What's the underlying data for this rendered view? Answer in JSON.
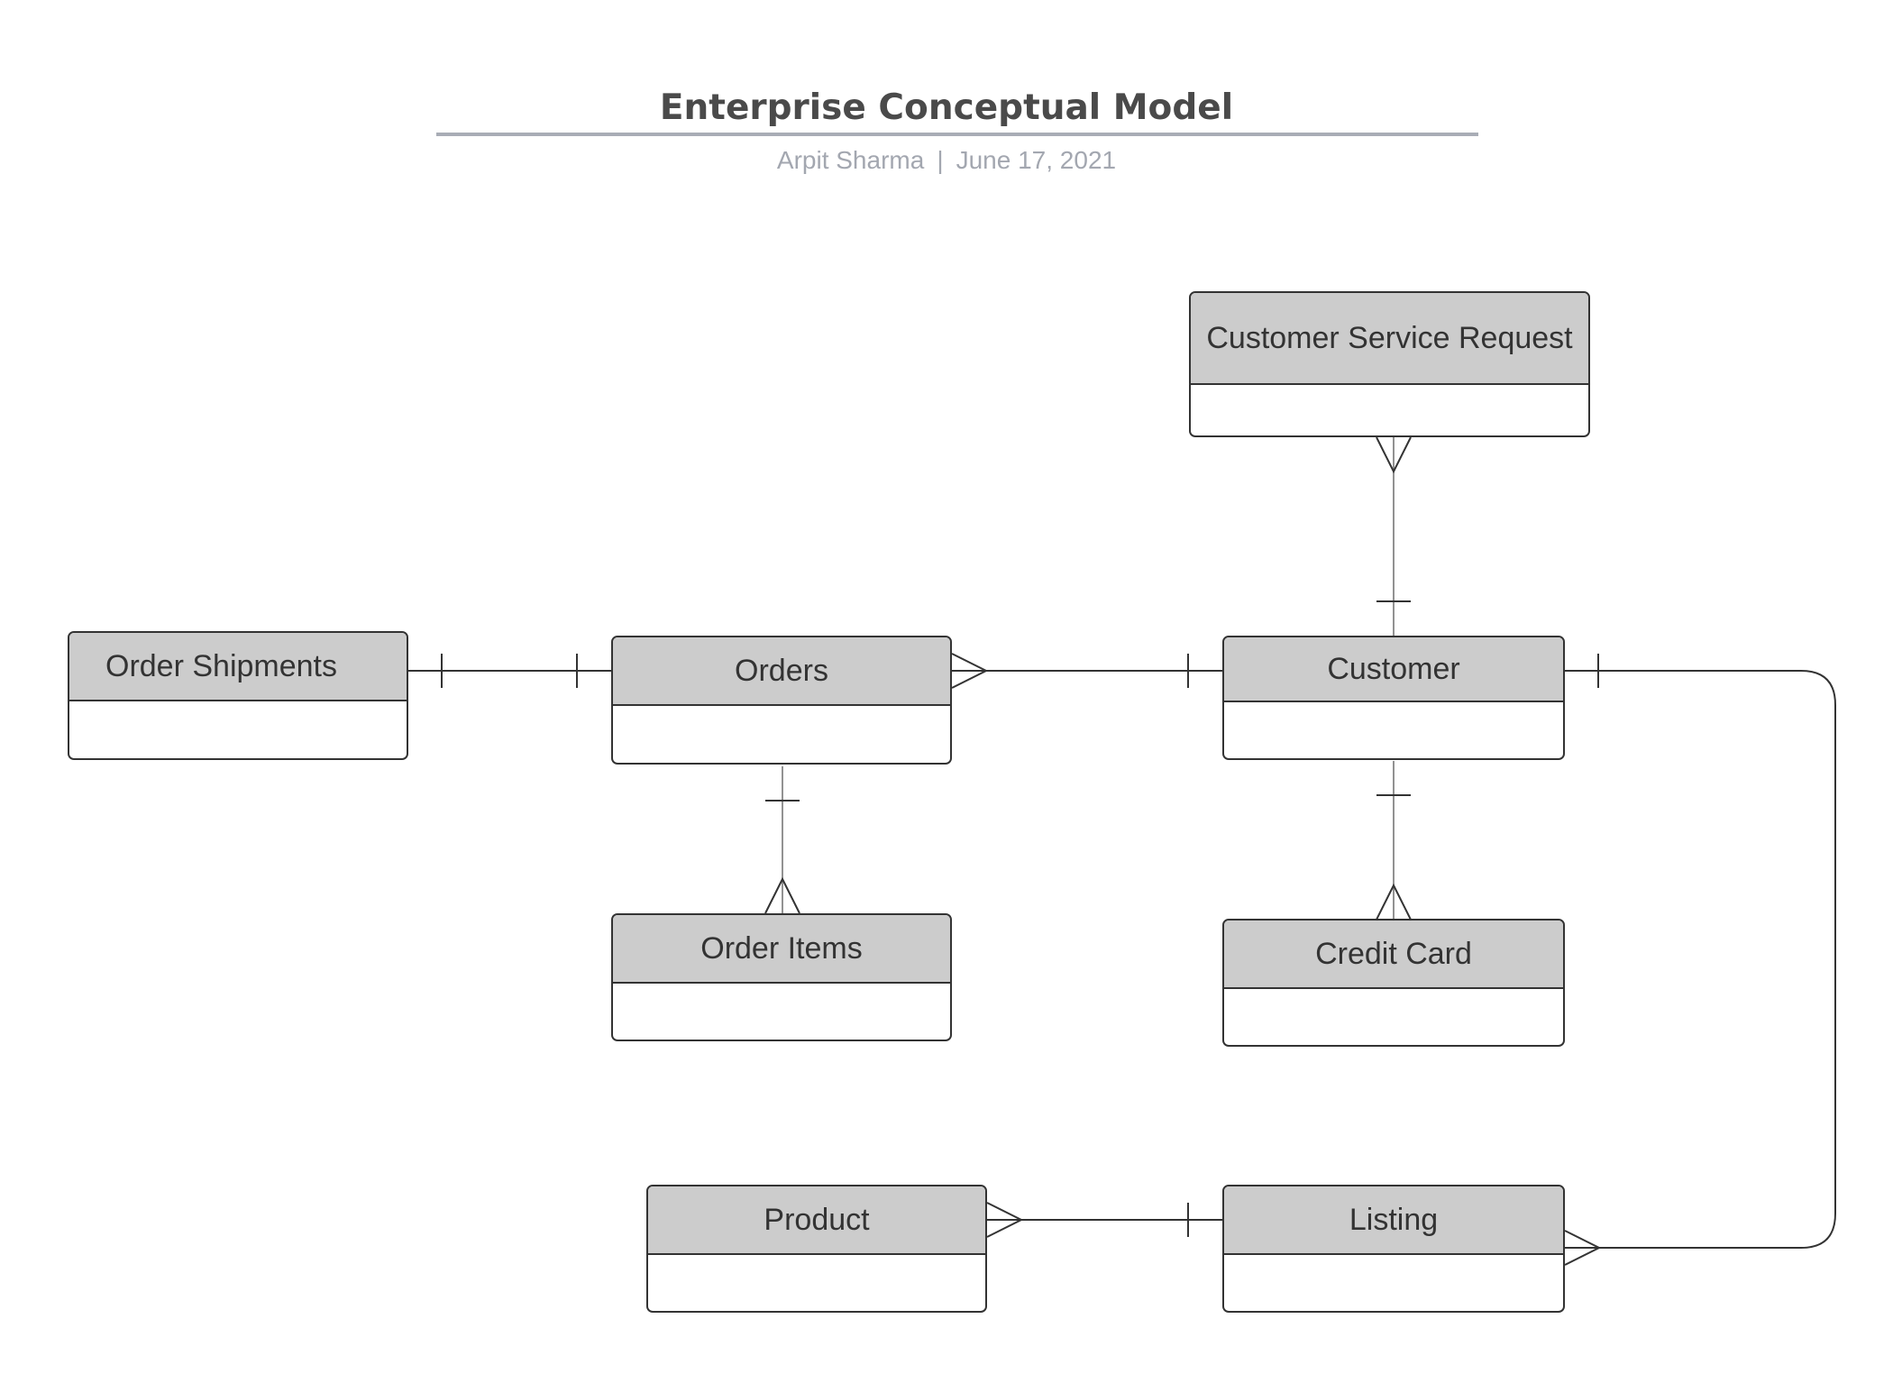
{
  "header": {
    "title": "Enterprise Conceptual Model",
    "author": "Arpit Sharma",
    "separator": "|",
    "date": "June 17, 2021"
  },
  "entities": {
    "customer_service_request": {
      "label": "Customer Service Request"
    },
    "order_shipments": {
      "label": "Order Shipments"
    },
    "orders": {
      "label": "Orders"
    },
    "customer": {
      "label": "Customer"
    },
    "order_items": {
      "label": "Order Items"
    },
    "credit_card": {
      "label": "Credit Card"
    },
    "product": {
      "label": "Product"
    },
    "listing": {
      "label": "Listing"
    }
  },
  "relationships": [
    {
      "from": "Order Shipments",
      "from_end": "one",
      "to": "Orders",
      "to_end": "one"
    },
    {
      "from": "Orders",
      "from_end": "many",
      "to": "Customer",
      "to_end": "one"
    },
    {
      "from": "Customer Service Request",
      "from_end": "many",
      "to": "Customer",
      "to_end": "one"
    },
    {
      "from": "Orders",
      "from_end": "one",
      "to": "Order Items",
      "to_end": "many"
    },
    {
      "from": "Customer",
      "from_end": "one",
      "to": "Credit Card",
      "to_end": "many"
    },
    {
      "from": "Customer",
      "from_end": "one",
      "to": "Listing",
      "to_end": "many"
    },
    {
      "from": "Product",
      "from_end": "many",
      "to": "Listing",
      "to_end": "one"
    }
  ]
}
